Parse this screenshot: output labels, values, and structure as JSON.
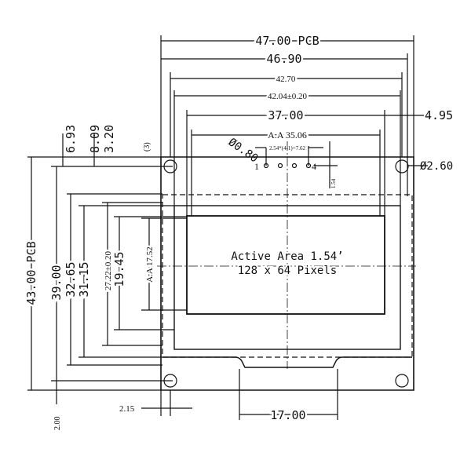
{
  "drawing": {
    "title_lines": [
      "Active Area 1.54’",
      "128 x 64 Pixels"
    ],
    "dims_horizontal": {
      "pcb_width": "47.00 PCB",
      "w_46_90": "46.90",
      "w_42_70": "42.70",
      "w_42_04": "42.04±0.20",
      "w_37_00": "37.00",
      "w_4_95": "4.95",
      "active_width": "A.A 35.06",
      "pin_pitch": "2.54*(4-1)=7.62",
      "hole_dia": "Ø2.60",
      "pin_dia": "Ø0.80",
      "tab_width": "17.00",
      "w_2_15": "2.15"
    },
    "dims_vertical": {
      "pcb_height": "43.00 PCB",
      "h_39_00": "39.00",
      "h_32_65": "32.65",
      "h_31_15": "31.15",
      "h_27_22": "27.22±0.20",
      "h_19_45": "19.45",
      "active_height": "A.A 17.52",
      "h_6_93": "6.93",
      "h_8_09": "8.09",
      "h_3_20": "3.20",
      "h_3": "(3)",
      "h_1_54": "1.54",
      "h_2_00": "2.00"
    },
    "pins": {
      "first": "1",
      "last": "4"
    }
  }
}
